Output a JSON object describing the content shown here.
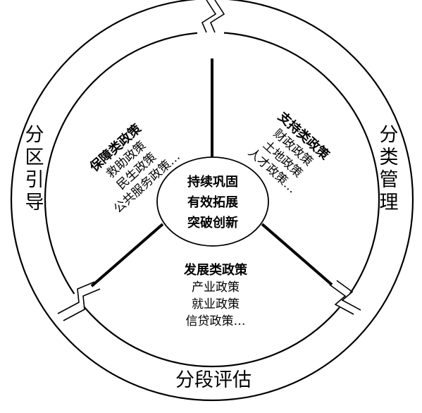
{
  "outer_ring": {
    "left_label": [
      "分",
      "区",
      "引",
      "导"
    ],
    "right_label": [
      "分",
      "类",
      "管",
      "理"
    ],
    "bottom_label": "分段评估"
  },
  "center": {
    "lines": [
      "持续巩固",
      "有效拓展",
      "突破创新"
    ]
  },
  "sectors": {
    "left": {
      "heading": "保障类政策",
      "items": [
        "救助政策",
        "民生政策",
        "公共服务政策…"
      ]
    },
    "right": {
      "heading": "支持类政策",
      "items": [
        "财政政策",
        "土地政策",
        "人才政策…"
      ]
    },
    "bottom": {
      "heading": "发展类政策",
      "items": [
        "产业政策",
        "就业政策",
        "信贷政策…"
      ]
    }
  },
  "colors": {
    "stroke": "#000000",
    "background": "#ffffff"
  }
}
